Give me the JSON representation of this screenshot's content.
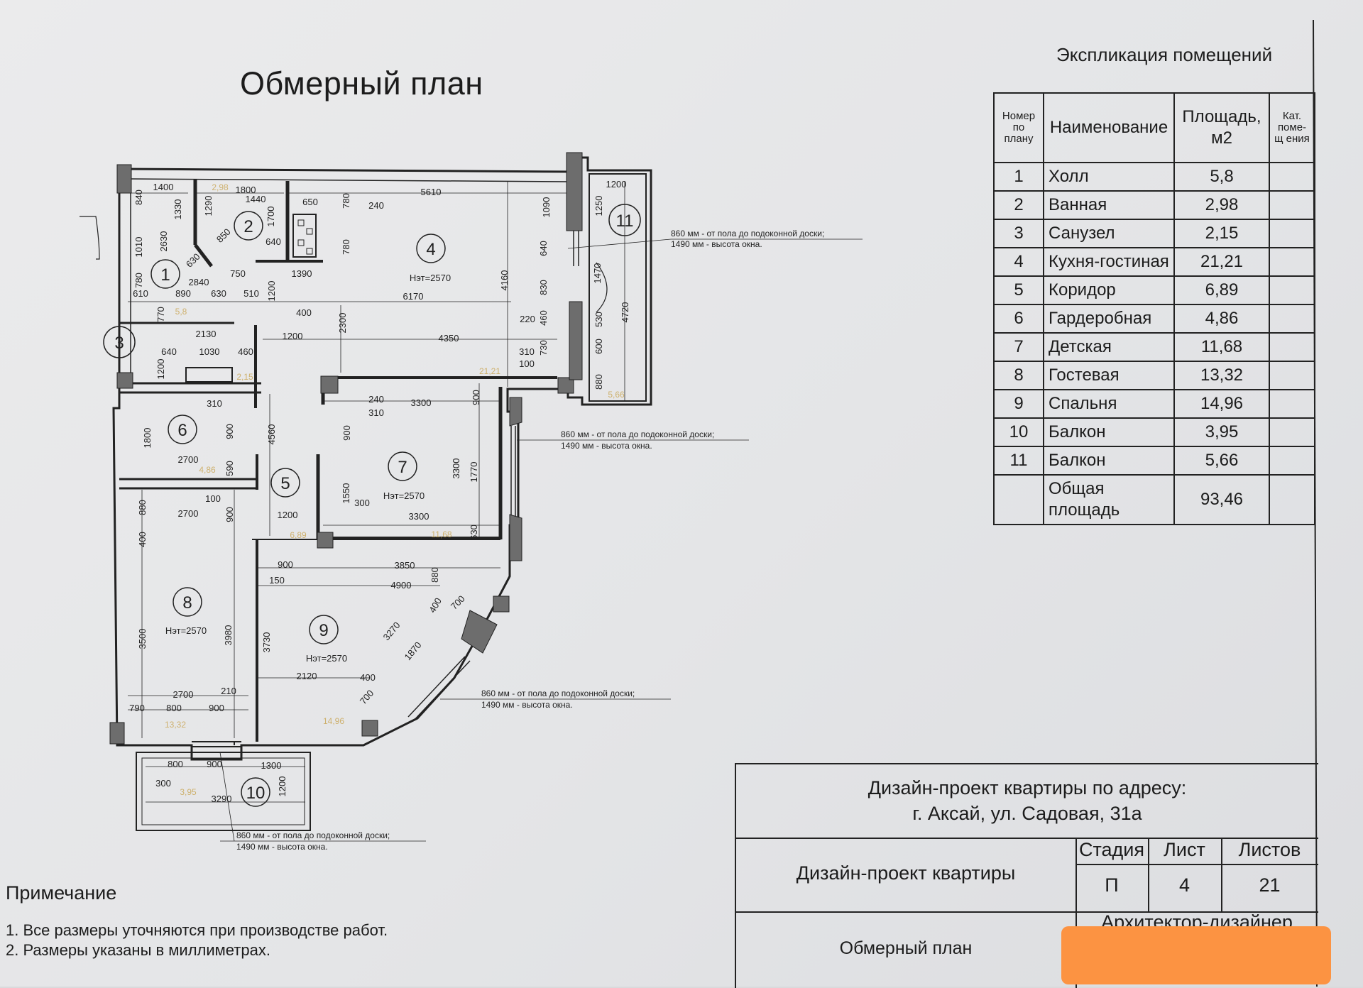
{
  "title": "Обмерный план",
  "explication": {
    "title": "Экспликация помещений",
    "headers": {
      "num": "Номер по плану",
      "name": "Наименование",
      "area": "Площадь, м2",
      "category": "Кат. поме-щ ения"
    },
    "rows": [
      {
        "num": "1",
        "name": "Холл",
        "area": "5,8"
      },
      {
        "num": "2",
        "name": "Ванная",
        "area": "2,98"
      },
      {
        "num": "3",
        "name": "Санузел",
        "area": "2,15"
      },
      {
        "num": "4",
        "name": "Кухня-гостиная",
        "area": "21,21"
      },
      {
        "num": "5",
        "name": "Коридор",
        "area": "6,89"
      },
      {
        "num": "6",
        "name": "Гардеробная",
        "area": "4,86"
      },
      {
        "num": "7",
        "name": "Детская",
        "area": "11,68"
      },
      {
        "num": "8",
        "name": "Гостевая",
        "area": "13,32"
      },
      {
        "num": "9",
        "name": "Спальня",
        "area": "14,96"
      },
      {
        "num": "10",
        "name": "Балкон",
        "area": "3,95"
      },
      {
        "num": "11",
        "name": "Балкон",
        "area": "5,66"
      }
    ],
    "total_label": "Общая площадь",
    "total_area": "93,46"
  },
  "plan": {
    "rooms": [
      "1",
      "2",
      "3",
      "4",
      "5",
      "6",
      "7",
      "8",
      "9",
      "10",
      "11"
    ],
    "ceiling_heights": {
      "room4": "Нэт=2570",
      "room7": "Нэт=2570",
      "room8": "Нэт=2570",
      "room9": "Нэт=2570"
    },
    "window_note_1": "860 мм - от пола до подоконной доски;",
    "window_note_2": "1490 мм - высота окна.",
    "dims": {
      "d1400": "1400",
      "d840": "840",
      "d1330": "1330",
      "d1290": "1290",
      "d1800": "1800",
      "d1440": "1440",
      "d5610": "5610",
      "d1200a": "1200",
      "d1250": "1250",
      "d1090": "1090",
      "d650": "650",
      "d780a": "780",
      "d240a": "240",
      "d1700": "1700",
      "d640a": "640",
      "d2630": "2630",
      "d1010": "1010",
      "d630a": "630",
      "d850": "850",
      "d780b": "780",
      "d640b": "640",
      "d1470": "1470",
      "d2840": "2840",
      "d750": "750",
      "d1390": "1390",
      "d4160": "4160",
      "d830": "830",
      "d610": "610",
      "d890": "890",
      "d630b": "630",
      "d510": "510",
      "d1200b": "1200",
      "d6170": "6170",
      "d4720": "4720",
      "d770": "770",
      "d400a": "400",
      "d2300": "2300",
      "d220": "220",
      "d460a": "460",
      "d530": "530",
      "d2130": "2130",
      "d1200c": "1200",
      "d4350": "4350",
      "d730": "730",
      "d600": "600",
      "d640c": "640",
      "d1030": "1030",
      "d460b": "460",
      "d310a": "310",
      "d100a": "100",
      "d1200d": "1200",
      "d880a": "880",
      "d240b": "240",
      "d3300a": "3300",
      "d900a": "900",
      "d310b": "310",
      "d310c": "310",
      "d1800b": "1800",
      "d900b": "900",
      "d4560": "4560",
      "d900c": "900",
      "d3300b": "3300",
      "d1770": "1770",
      "d2700a": "2700",
      "d590": "590",
      "d1550": "1550",
      "d300a": "300",
      "d100b": "100",
      "d880b": "880",
      "d2700b": "2700",
      "d900d": "900",
      "d1200e": "1200",
      "d3300c": "3300",
      "d630c": "630",
      "d400b": "400",
      "d900e": "900",
      "d3850": "3850",
      "d880c": "880",
      "d150": "150",
      "d4900": "4900",
      "d400c": "400",
      "d700a": "700",
      "d3500": "3500",
      "d3980": "3980",
      "d3730": "3730",
      "d3270": "3270",
      "d1870": "1870",
      "d2120": "2120",
      "d400d": "400",
      "d700b": "700",
      "d2700c": "2700",
      "d210": "210",
      "d790": "790",
      "d800a": "800",
      "d900f": "900",
      "d800b": "800",
      "d900g": "900",
      "d1300": "1300",
      "d300b": "300",
      "d1200f": "1200",
      "d3290": "3290"
    },
    "faint_areas": {
      "a1": "5,8",
      "a2": "2,98",
      "a3": "2,15",
      "a4": "21,21",
      "a5": "6,89",
      "a6": "4,86",
      "a7": "11,68",
      "a8": "13,32",
      "a9": "14,96",
      "a10": "3,95",
      "a11": "5,66"
    }
  },
  "notes": {
    "title": "Примечание",
    "items": [
      "1.  Все размеры уточняются при производстве работ.",
      "2.  Размеры указаны в миллиметрах."
    ]
  },
  "title_block": {
    "project_line1": "Дизайн-проект квартиры по адресу:",
    "project_line2": "г. Аксай, ул. Садовая, 31а",
    "doc_name": "Дизайн-проект квартиры",
    "stage_header": "Стадия",
    "sheet_header": "Лист",
    "sheets_header": "Листов",
    "stage": "П",
    "sheet": "4",
    "sheets": "21",
    "architect": "Архитектор-дизайнер",
    "drawing_name": "Обмерный план"
  },
  "colors": {
    "paper": "#e6e7e9",
    "ink": "#1c1c1c",
    "wall_fill": "#6d6d6d",
    "redaction": "#fc9342"
  }
}
